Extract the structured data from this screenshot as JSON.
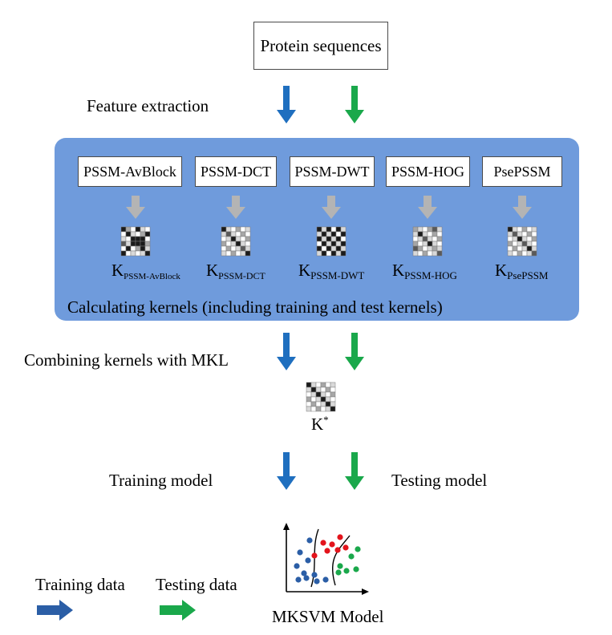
{
  "input": {
    "label": "Protein sequences"
  },
  "steps": {
    "feature_extraction": "Feature  extraction",
    "combining": "Combining kernels with MKL",
    "training": "Training model",
    "testing": "Testing model"
  },
  "features": [
    {
      "label": "PSSM-AvBlock",
      "kernel_main": "K",
      "kernel_sub": "PSSM-AvBlock"
    },
    {
      "label": "PSSM-DCT",
      "kernel_main": "K",
      "kernel_sub": "PSSM-DCT"
    },
    {
      "label": "PSSM-DWT",
      "kernel_main": "K",
      "kernel_sub": "PSSM-DWT"
    },
    {
      "label": "PSSM-HOG",
      "kernel_main": "K",
      "kernel_sub": "PSSM-HOG"
    },
    {
      "label": "PsePSSM",
      "kernel_main": "K",
      "kernel_sub": "PsePSSM"
    }
  ],
  "panel_caption": "Calculating kernels (including training and test kernels)",
  "combined_kernel": {
    "main": "K",
    "sup": "*"
  },
  "model_label": "MKSVM Model",
  "legend": {
    "training": "Training data",
    "testing": "Testing data"
  },
  "colors": {
    "training": "#1f6fbf",
    "testing": "#1aa84b",
    "legend_training": "#2b5ea6",
    "gray_arrow": "#b4b4b4",
    "panel": "#6f9bdc",
    "red_dot": "#e3141c",
    "blue_dot": "#2b5ea6",
    "green_dot": "#1aa84b"
  }
}
